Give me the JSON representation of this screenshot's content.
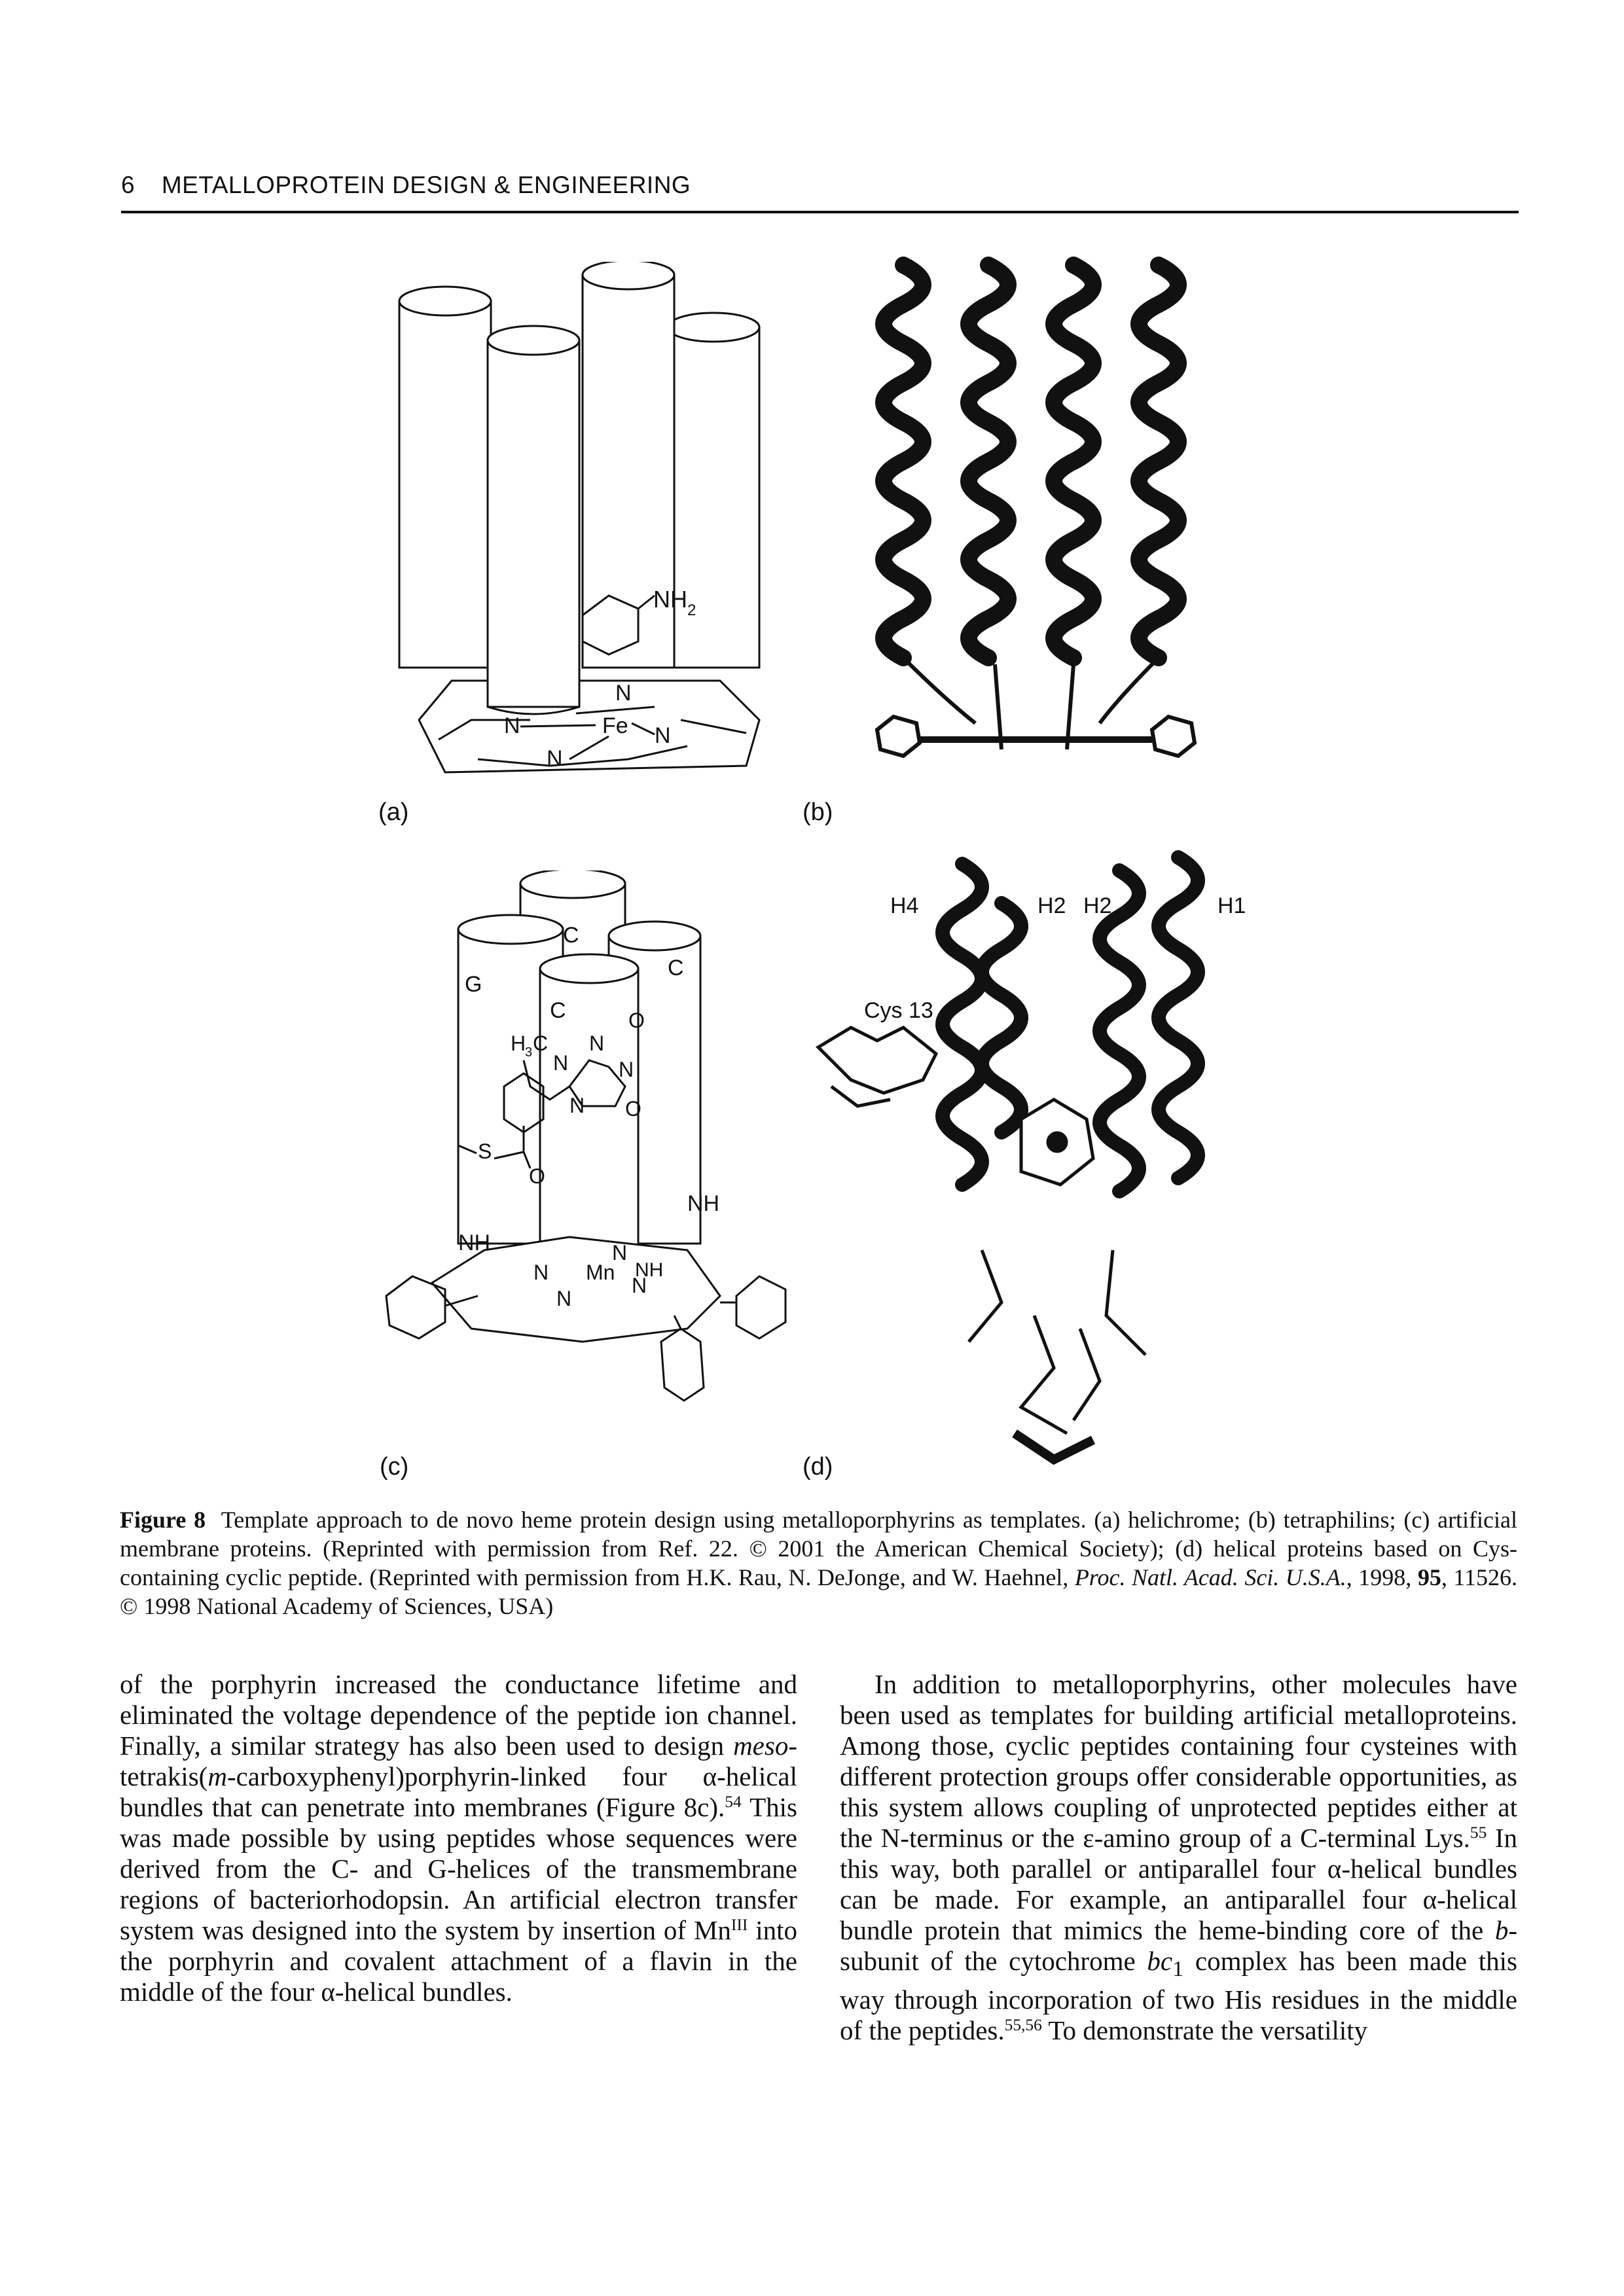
{
  "header": {
    "page_number": "6",
    "running_title": "METALLOPROTEIN DESIGN & ENGINEERING"
  },
  "figure": {
    "panels": {
      "a": {
        "label": "(a)",
        "atoms": {
          "nh2": "NH",
          "nh2_sub": "2",
          "fe": "Fe",
          "n": "N"
        }
      },
      "b": {
        "label": "(b)"
      },
      "c": {
        "label": "(c)",
        "helix_labels": [
          "C",
          "C",
          "G",
          "C"
        ],
        "atoms": {
          "h3c": "H",
          "h3c_sub": "3",
          "h3c_c": "C",
          "n": "N",
          "o": "O",
          "s": "S",
          "nh": "NH",
          "mn": "Mn"
        }
      },
      "d": {
        "label": "(d)",
        "helix_labels": [
          "H4",
          "H2",
          "H2",
          "H1"
        ],
        "residue": "Cys 13"
      }
    },
    "caption": {
      "label": "Figure 8",
      "text": "Template approach to de novo heme protein design using metalloporphyrins as templates. (a) helichrome; (b) tetraphilins; (c) artificial membrane proteins. (Reprinted with permission from Ref. 22. © 2001 the American Chemical Society); (d) helical proteins based on Cys-containing cyclic peptide. (Reprinted with permission from H.K. Rau, N. DeJonge, and W. Haehnel, ",
      "journal": "Proc. Natl. Acad. Sci. U.S.A.",
      "sep1": ", 1998, ",
      "volume": "95",
      "tail": ", 11526. © 1998 National Academy of Sciences, USA)"
    }
  },
  "body": {
    "left_column": {
      "s1": "of the porphyrin increased the conductance lifetime and eliminated the voltage dependence of the peptide ion channel. Finally, a similar strategy has also been used to design ",
      "s1_italic": "meso",
      "s2": "-tetrakis(",
      "s2_italic": "m",
      "s3": "-carboxyphenyl)porphyrin-linked four α-helical bundles that can penetrate into membranes (Figure 8c).",
      "ref1": "54",
      "s4": " This was made possible by using peptides whose sequences were derived from the C- and G-helices of the transmembrane regions of bacteriorhodopsin. An artificial electron transfer system was designed into the system by insertion of Mn",
      "sup_mn": "III",
      "s5": " into the porphyrin and covalent attachment of a flavin in the middle of the four α-helical bundles."
    },
    "right_column": {
      "s1": "In addition to metalloporphyrins, other molecules have been used as templates for building artificial metalloproteins. Among those, cyclic peptides containing four cysteines with different protection groups offer considerable opportunities, as this system allows coupling of unprotected peptides either at the N-terminus or the ε-amino group of a C-terminal Lys.",
      "ref1": "55",
      "s2": " In this way, both parallel or antiparallel four α-helical bundles can be made. For example, an antiparallel four α-helical bundle protein that mimics the heme-binding core of the ",
      "s2_italic": "b",
      "s3": "-subunit of the cytochrome ",
      "s3_italic": "bc",
      "s3_sub": "1",
      "s4": " complex has been made this way through incorporation of two His residues in the middle of the peptides.",
      "ref2": "55,56",
      "s5": " To demonstrate the versatility"
    }
  }
}
